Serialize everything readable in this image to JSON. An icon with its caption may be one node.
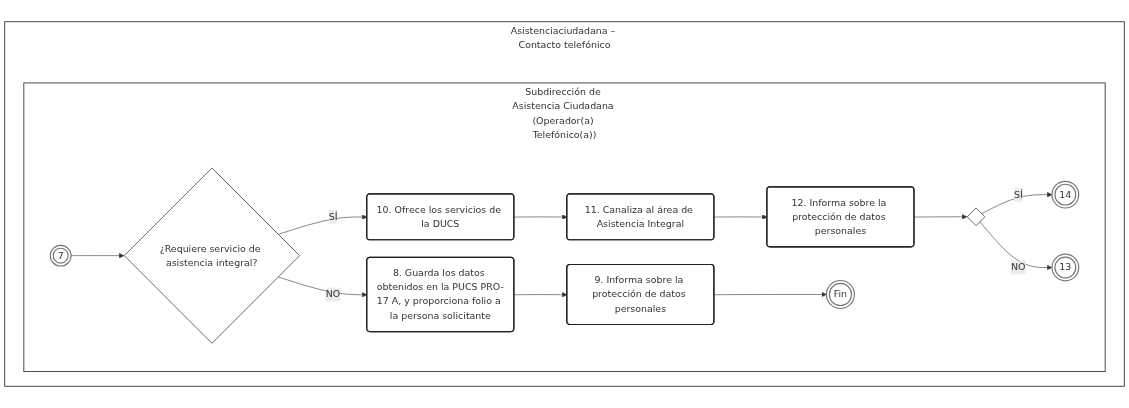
{
  "diagram": {
    "nodes": [
      {
        "text": [
          "Asistenciaciudadana – Contacto telefónico"
        ]
      },
      {
        "text": [
          "Subdirección de Asistencia Ciudadana (Operador(a) Telefónico(a))"
        ],
        "in": 0
      },
      {
        "text": [
          "7"
        ],
        "in": 1
      },
      {
        "text": [
          "¿Requiere servicio de asistencia integral?"
        ],
        "in": 1
      },
      {
        "text": [
          "10. Ofrece los servicios de la DUCS"
        ],
        "in": 1
      },
      {
        "text": [
          "11. Canaliza al área de Asistencia Integral"
        ],
        "in": 1
      },
      {
        "text": [
          "12. Informa sobre la protección de datos personales"
        ],
        "in": 1
      },
      {
        "text": [],
        "shape": "diamond",
        "in": 1
      },
      {
        "text": [
          "14"
        ],
        "in": 1
      },
      {
        "text": [
          "13"
        ],
        "in": 1
      },
      {
        "text": [
          "8. Guarda los datos obtenidos en la PUCS PRO-17 A, y proporciona folio a la persona solicitante"
        ],
        "in": 1
      },
      {
        "text": [
          "9. Informa sobre la protección de datos personales"
        ],
        "in": 1
      },
      {
        "text": [
          "Fin"
        ],
        "in": 1
      }
    ],
    "edges": [
      {
        "from": 2,
        "to": 3,
        "arrow": "to"
      },
      {
        "from": 3,
        "to": 4,
        "arrow": "to",
        "label": "SÍ"
      },
      {
        "from": 4,
        "to": 5,
        "arrow": "to"
      },
      {
        "from": 5,
        "to": 6,
        "arrow": "to"
      },
      {
        "from": 6,
        "to": 7,
        "arrow": "to"
      },
      {
        "from": 7,
        "to": 8,
        "arrow": "to",
        "label": "SÍ"
      },
      {
        "from": 7,
        "to": 9,
        "arrow": "to",
        "label": "NO"
      },
      {
        "from": 3,
        "to": 10,
        "arrow": "to",
        "label": "NO"
      },
      {
        "from": 10,
        "to": 11,
        "arrow": "to"
      },
      {
        "from": 11,
        "to": 12,
        "arrow": "to"
      }
    ]
  }
}
